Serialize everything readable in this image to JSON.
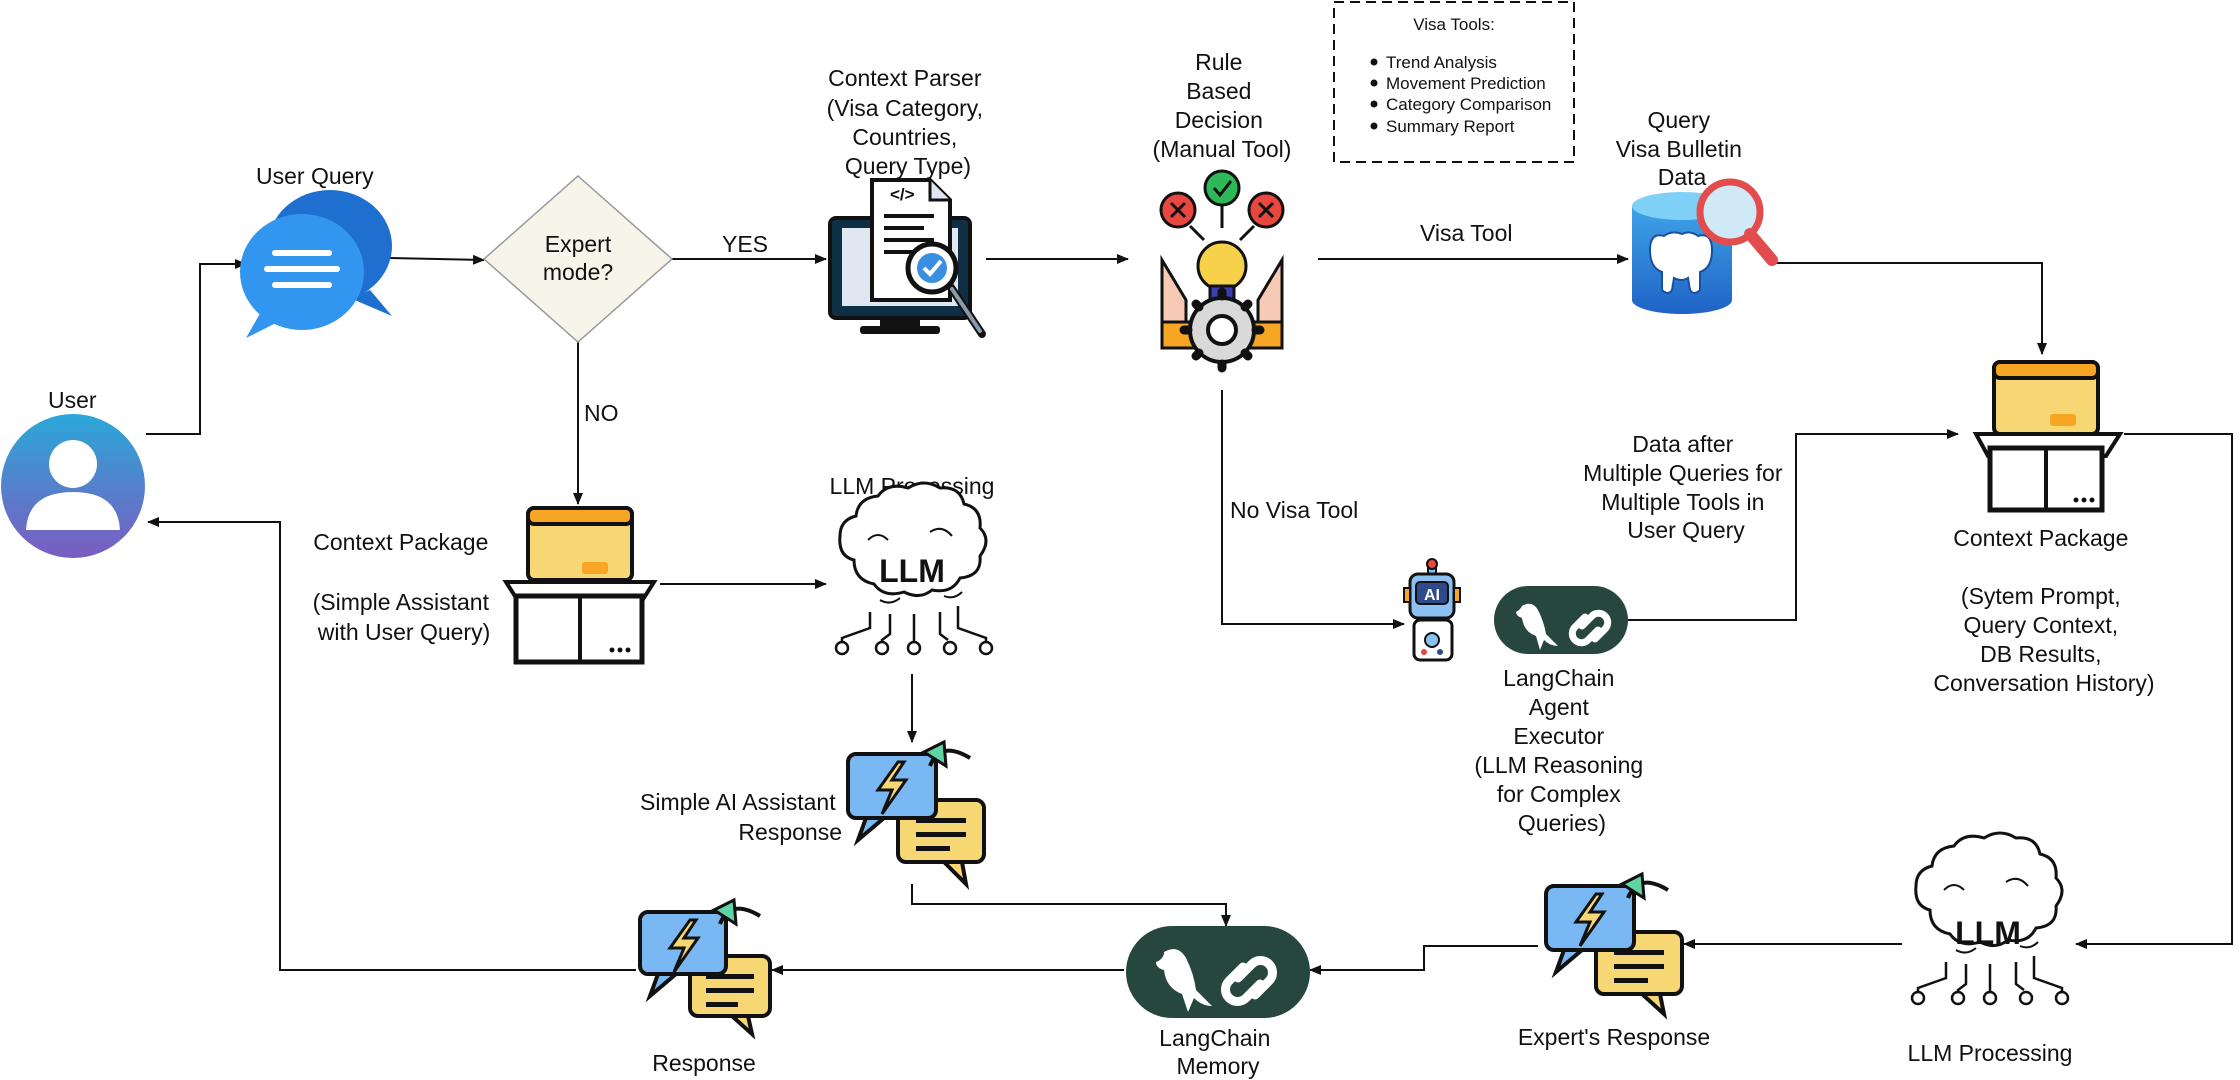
{
  "nodes": {
    "user": {
      "label": "User"
    },
    "user_query": {
      "label": "User Query"
    },
    "expert_mode": {
      "line1": "Expert",
      "line2": "mode?"
    },
    "context_parser": {
      "lines": [
        "Context Parser",
        "(Visa Category,",
        "Countries,",
        "Query Type)"
      ]
    },
    "rule_based": {
      "lines": [
        "Rule",
        "Based",
        "Decision",
        "(Manual Tool)"
      ]
    },
    "visa_tools_box": {
      "title": "Visa Tools:",
      "items": [
        "Trend Analysis",
        "Movement Prediction",
        "Category Comparison",
        "Summary Report"
      ]
    },
    "query_db": {
      "lines": [
        "Query",
        "Visa Bulletin",
        "Data"
      ]
    },
    "context_package_right": {
      "lines": [
        "Context Package",
        "",
        "(Sytem Prompt,",
        "Query Context,",
        "DB Results,",
        "Conversation History)"
      ]
    },
    "context_package_left": {
      "lines": [
        "Context Package",
        "",
        "(Simple Assistant",
        "with User Query)"
      ]
    },
    "llm_processing_mid": {
      "label": "LLM Processing",
      "icon_text": "LLM"
    },
    "simple_response": {
      "lines": [
        "Simple AI Assistant",
        "Response"
      ]
    },
    "langchain_agent": {
      "lines": [
        "LangChain",
        "Agent",
        "Executor",
        "(LLM Reasoning",
        "for Complex",
        "Queries)"
      ],
      "ai_text": "AI"
    },
    "data_after": {
      "lines": [
        "Data after",
        "Multiple Queries for",
        "Multiple Tools in",
        "User Query"
      ]
    },
    "llm_processing_right": {
      "label": "LLM Processing",
      "icon_text": "LLM"
    },
    "experts_response": {
      "label": "Expert's Response"
    },
    "langchain_memory": {
      "lines": [
        "LangChain",
        "Memory"
      ]
    },
    "response": {
      "label": "Response"
    }
  },
  "edges": {
    "yes": "YES",
    "no": "NO",
    "visa_tool": "Visa Tool",
    "no_visa_tool": "No Visa Tool"
  },
  "colors": {
    "blue": "#2a7de1",
    "dark_green": "#27463d",
    "yellow": "#f7d774",
    "light_blue": "#79b8f3",
    "diamond_fill": "#f7f4ea",
    "orange": "#f6a623"
  }
}
